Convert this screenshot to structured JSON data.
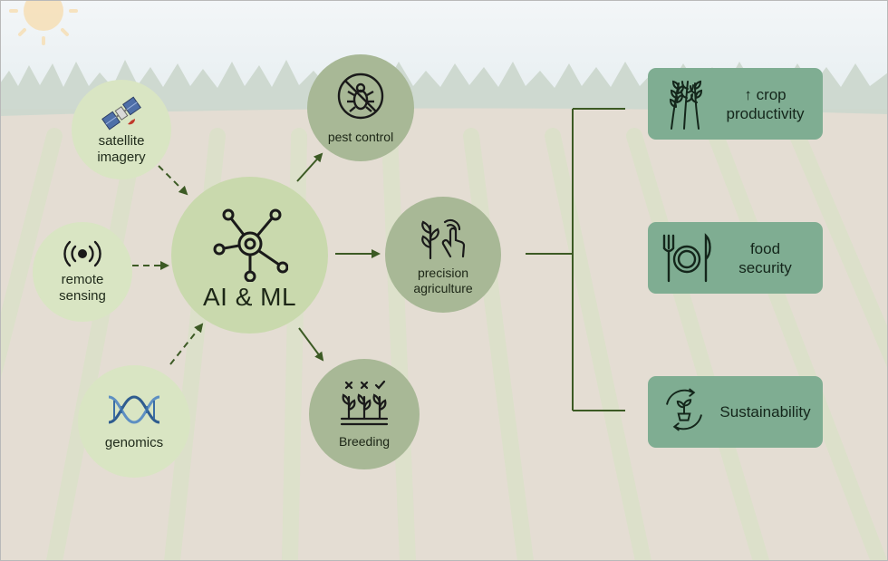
{
  "center": {
    "label": "AI & ML"
  },
  "inputs": [
    {
      "label": "satellite\nimagery",
      "icon": "satellite-icon"
    },
    {
      "label": "remote\nsensing",
      "icon": "signal-icon"
    },
    {
      "label": "genomics",
      "icon": "dna-icon"
    }
  ],
  "applications": [
    {
      "label": "pest control",
      "icon": "no-bug-icon"
    },
    {
      "label": "precision\nagriculture",
      "icon": "touch-plant-icon"
    },
    {
      "label": "Breeding",
      "icon": "plants-icon"
    }
  ],
  "outcomes": [
    {
      "label": "↑ crop\nproductivity",
      "icon": "wheat-icon"
    },
    {
      "label": "food\nsecurity",
      "icon": "cutlery-icon"
    },
    {
      "label": "Sustainability",
      "icon": "recycle-plant-icon"
    }
  ],
  "colors": {
    "arrow": "#3c5a24",
    "box": "#7fad92",
    "input_node": "#d9e5c3",
    "center_node": "#c9d9ad",
    "output_node": "#a8b896"
  }
}
